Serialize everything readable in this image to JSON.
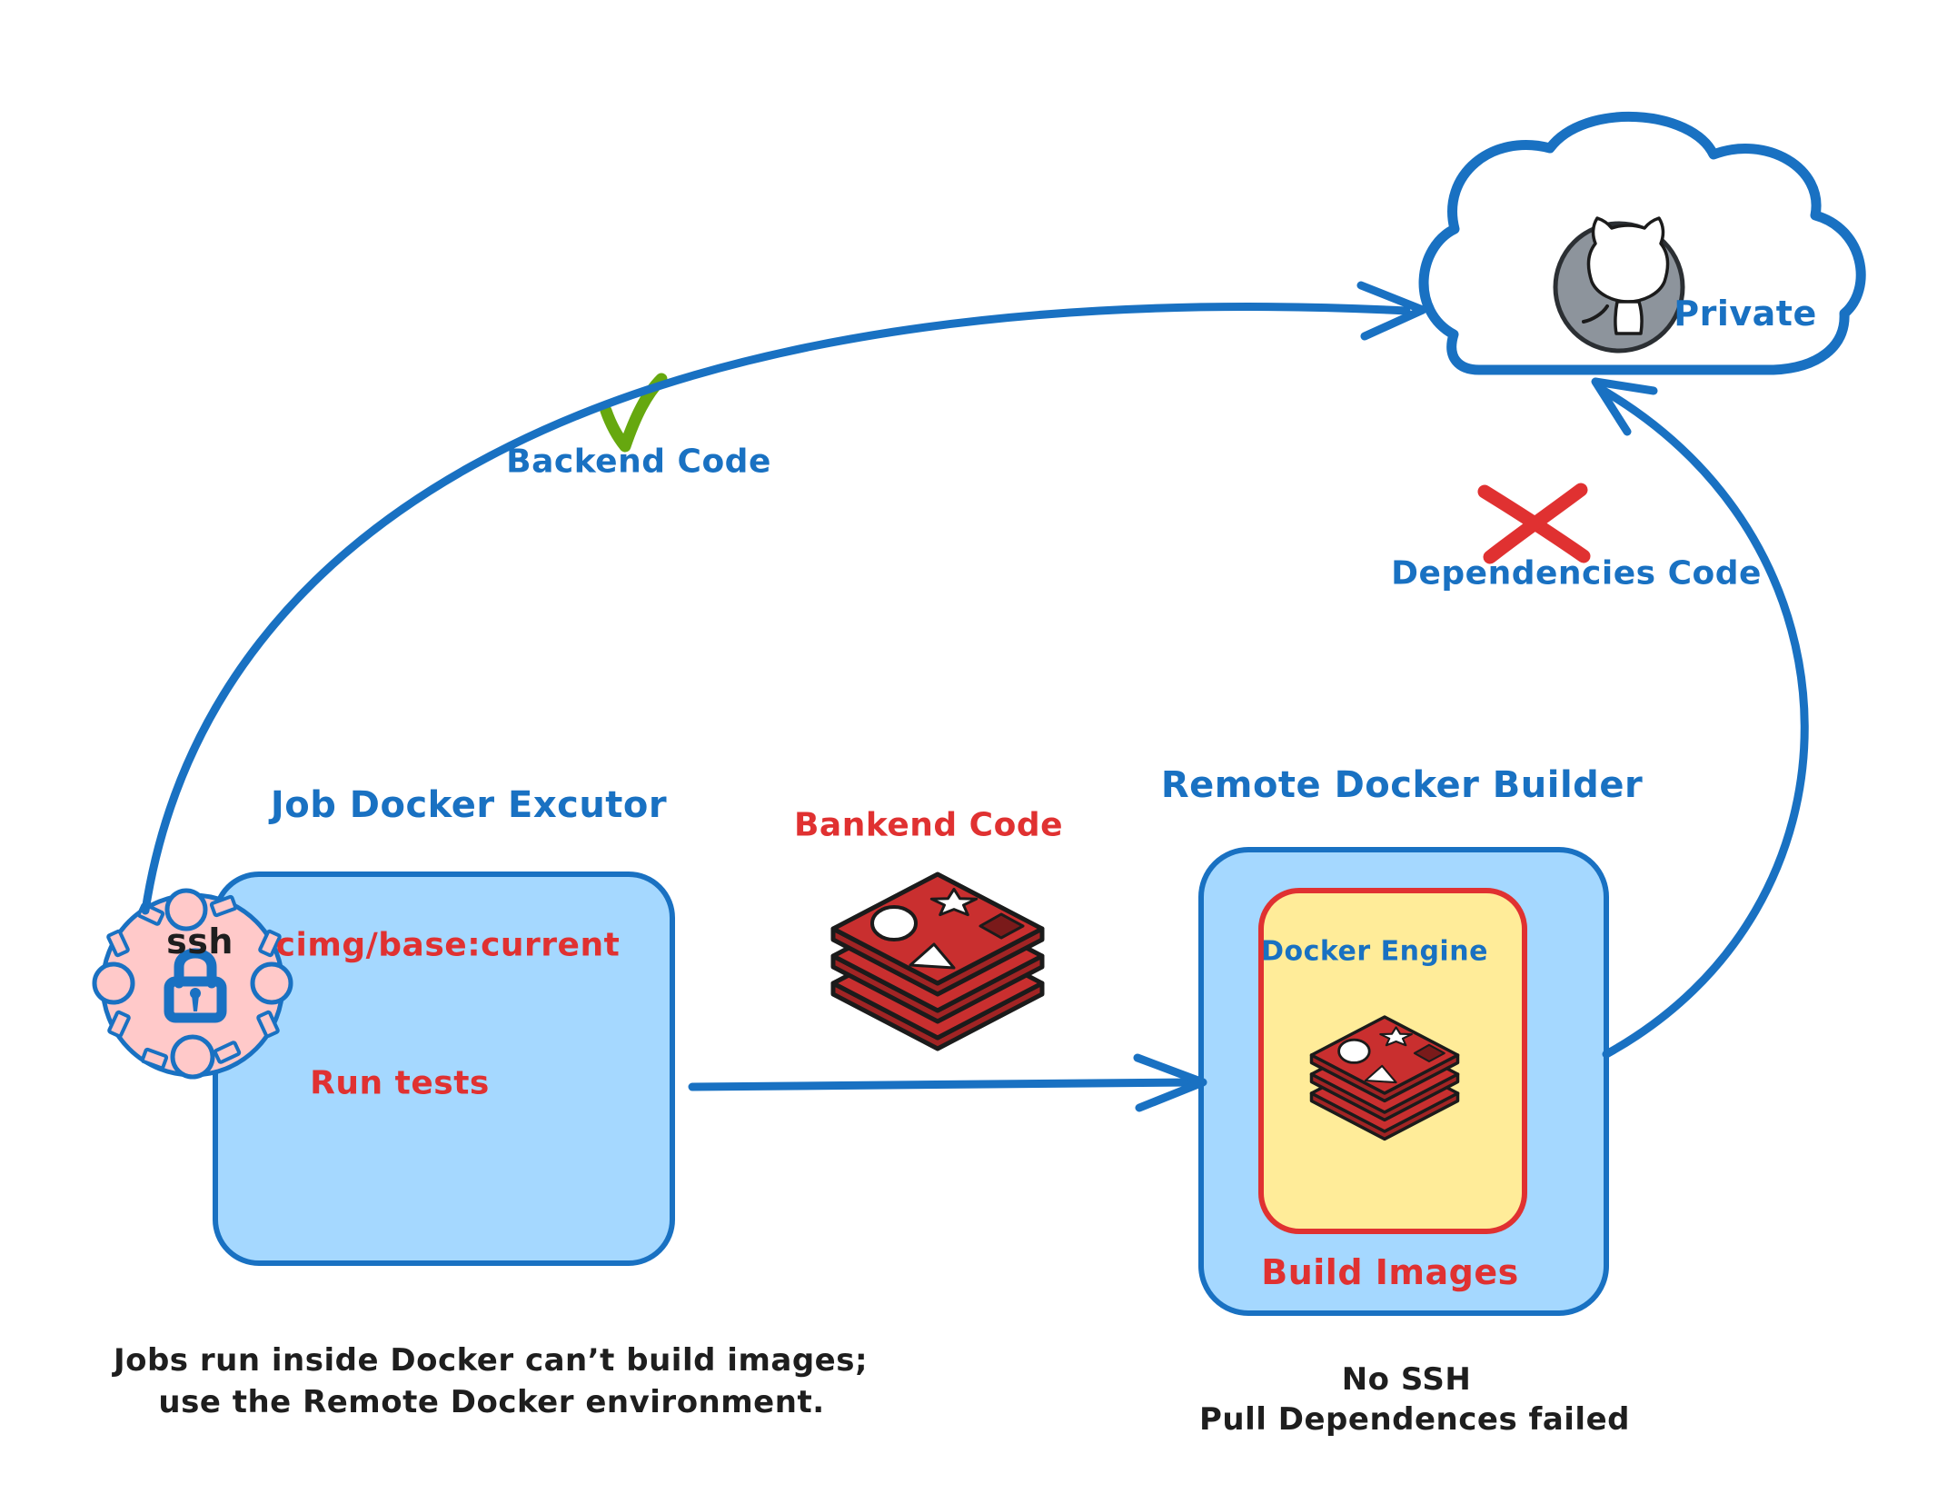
{
  "colors": {
    "stroke_blue": "#1971c2",
    "fill_light_blue": "#a5d8ff",
    "stroke_red": "#e03131",
    "fill_yellow": "#ffec99",
    "fill_pink": "#ffc9c9",
    "check_green": "#66a80f",
    "github_gray": "#8d949c",
    "text_black": "#1e1e1e",
    "layers_red": "#c92f2f"
  },
  "cloud": {
    "label": "Private",
    "icon": "github-icon"
  },
  "annotations": {
    "backend": {
      "label": "Backend Code",
      "status_icon": "check-icon"
    },
    "dependencies": {
      "label": "Dependencies Code",
      "status_icon": "cross-icon"
    }
  },
  "executor": {
    "title": "Job Docker Excutor",
    "image": "cimg/base:current",
    "action": "Run tests"
  },
  "ssh_node": {
    "label": "ssh",
    "icon": "lock-icon"
  },
  "transfer": {
    "label": "Bankend Code",
    "icon": "docker-layers-icon"
  },
  "builder": {
    "title": "Remote Docker Builder",
    "engine_label": "Docker Engine",
    "engine_icon": "docker-layers-icon",
    "action": "Build Images"
  },
  "notes": {
    "executor_note_line1": "Jobs run inside Docker can’t build images;",
    "executor_note_line2": "use the Remote Docker environment.",
    "builder_note_line1": "No SSH",
    "builder_note_line2": "Pull Dependences failed"
  }
}
